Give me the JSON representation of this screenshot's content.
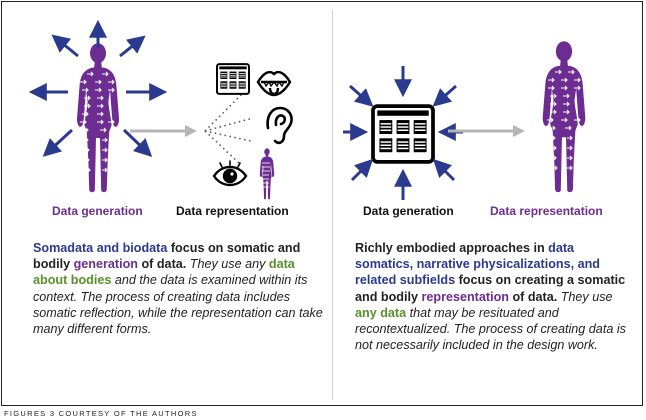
{
  "colors": {
    "purple": "#6d2c91",
    "blue": "#2a3a8f",
    "green": "#5a8f2a",
    "gray": "#b5b5b5"
  },
  "icons": [
    "person-silhouette",
    "arrow-icon",
    "document-grid-icon",
    "lips-icon",
    "ear-icon",
    "eye-icon",
    "dotted-rays"
  ],
  "left_panel": {
    "label_generation": "Data generation",
    "label_representation": "Data representation",
    "desc": {
      "p1": "Somadata and biodata",
      "p2": " focus on somatic and bodily ",
      "p3": "generation",
      "p4": " of data. ",
      "p5": "They use any ",
      "p6": "data about bodies",
      "p7": " and the data is examined within its context. The process of creating data includes somatic reflection, while the representation can take many different forms."
    }
  },
  "right_panel": {
    "label_generation": "Data generation",
    "label_representation": "Data representation",
    "desc": {
      "p1": "Richly embodied approaches in ",
      "p2": "data somatics, narrative physicalizations, and related subfields",
      "p3": " focus on creating a somatic and bodily ",
      "p4": "representation",
      "p5": " of data. ",
      "p6": "They use ",
      "p7": "any data",
      "p8": " that may be resituated and recontextualized. The process of creating data is not necessarily included in the design work."
    }
  },
  "credit": "FIGURES 3 COURTESY OF THE AUTHORS"
}
